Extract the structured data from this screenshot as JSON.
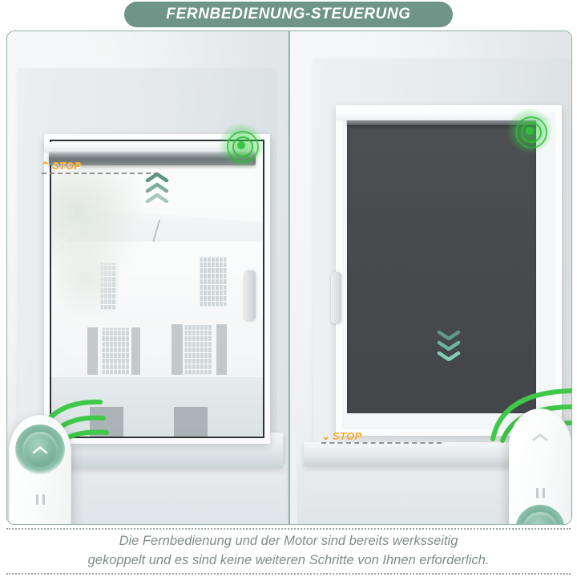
{
  "banner": {
    "title": "FERNBEDIENUNG-STEUERUNG",
    "color": "#6f9588"
  },
  "panels": {
    "left": {
      "name": "blind-raised-panel",
      "blind_state": "raised",
      "stop_label": "STOP",
      "stop_arrow": "⌃",
      "direction": "up",
      "motor_indicator": "signal-glow",
      "remote": {
        "active_button": "up",
        "up_icon": "⌃",
        "pause_icon": "||",
        "down_icon": "⌄"
      }
    },
    "right": {
      "name": "blind-lowered-panel",
      "blind_state": "lowered",
      "stop_label": "STOP",
      "stop_arrow": "⌄",
      "direction": "down",
      "motor_indicator": "signal-glow",
      "remote": {
        "active_button": "down",
        "up_icon": "⌃",
        "pause_icon": "||",
        "down_icon": "⌄"
      }
    }
  },
  "caption": {
    "line1": "Die Fernbedienung und der Motor sind bereits werksseitig",
    "line2": "gekoppelt und es sind keine weiteren Schritte von Ihnen erforderlich."
  },
  "colors": {
    "accent_green": "#6f9588",
    "signal_green": "#3cd246",
    "stop_orange": "#f5a623",
    "blind_gray": "#4a4e50",
    "caption_text": "#7d8d8a"
  }
}
